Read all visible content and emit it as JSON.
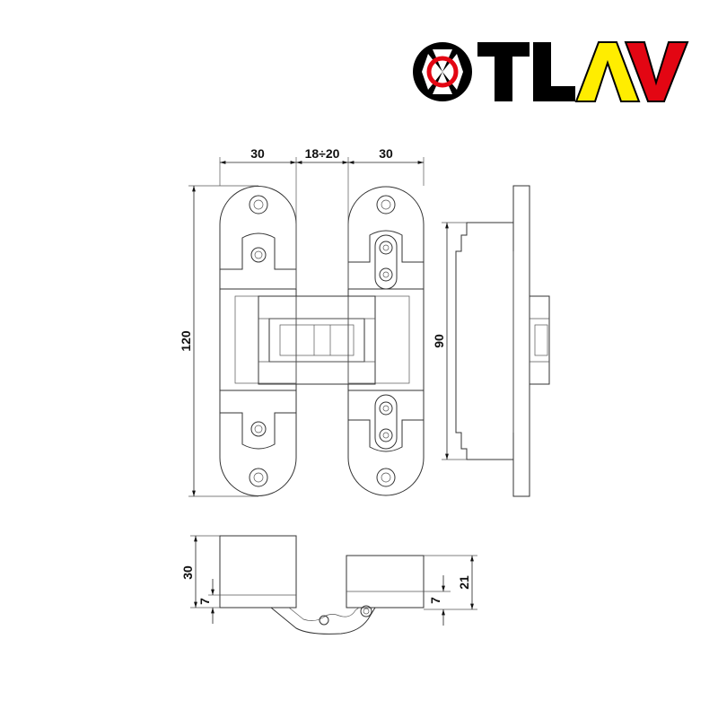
{
  "logo": {
    "text": "OTLAV",
    "colors": {
      "black": "#000000",
      "red": "#e30613",
      "yellow": "#ffed00"
    }
  },
  "dimensions": {
    "front_left_width": "30",
    "front_gap": "18÷20",
    "front_right_width": "30",
    "front_height": "120",
    "side_height": "90",
    "bottom_left_height": "30",
    "bottom_left_offset": "7",
    "bottom_right_height": "21",
    "bottom_right_offset": "7"
  }
}
